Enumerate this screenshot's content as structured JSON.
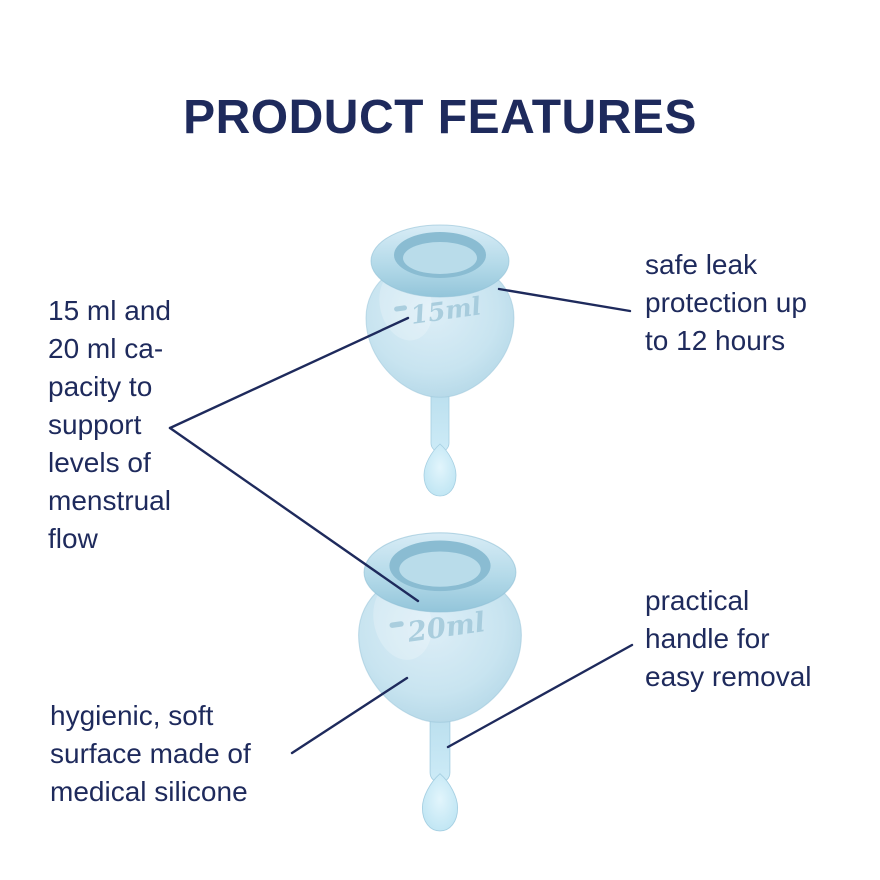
{
  "title": "PRODUCT FEATURES",
  "colors": {
    "navy_text": "#1e2a5c",
    "cup_body_blue": "#c8e6f0",
    "cup_rim_blue": "#95c6db",
    "background": "#ffffff"
  },
  "cups": {
    "top": {
      "embossed_label": "15ml"
    },
    "bottom": {
      "embossed_label": "20ml"
    }
  },
  "annotations": {
    "capacity": {
      "lines": [
        "15 ml and",
        "20 ml ca-",
        "pacity to",
        "support",
        "levels of",
        "menstrual",
        "flow"
      ]
    },
    "leak_protection": {
      "lines": [
        "safe leak",
        "protection up",
        "to 12 hours"
      ]
    },
    "handle": {
      "lines": [
        "practical",
        "handle for",
        "easy removal"
      ]
    },
    "surface": {
      "lines": [
        "hygienic, soft",
        "surface made of",
        "medical silicone"
      ]
    }
  }
}
